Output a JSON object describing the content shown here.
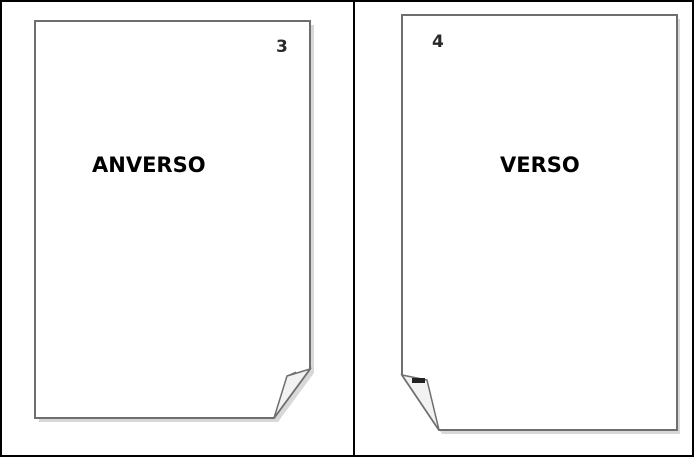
{
  "pages": [
    {
      "number": "3",
      "label": "ANVERSO",
      "fold_corner": "bottom-right"
    },
    {
      "number": "4",
      "label": "VERSO",
      "fold_corner": "bottom-left"
    }
  ],
  "colors": {
    "border": "#000000",
    "page_outline": "#6e6e6e",
    "page_fill": "#ffffff"
  }
}
